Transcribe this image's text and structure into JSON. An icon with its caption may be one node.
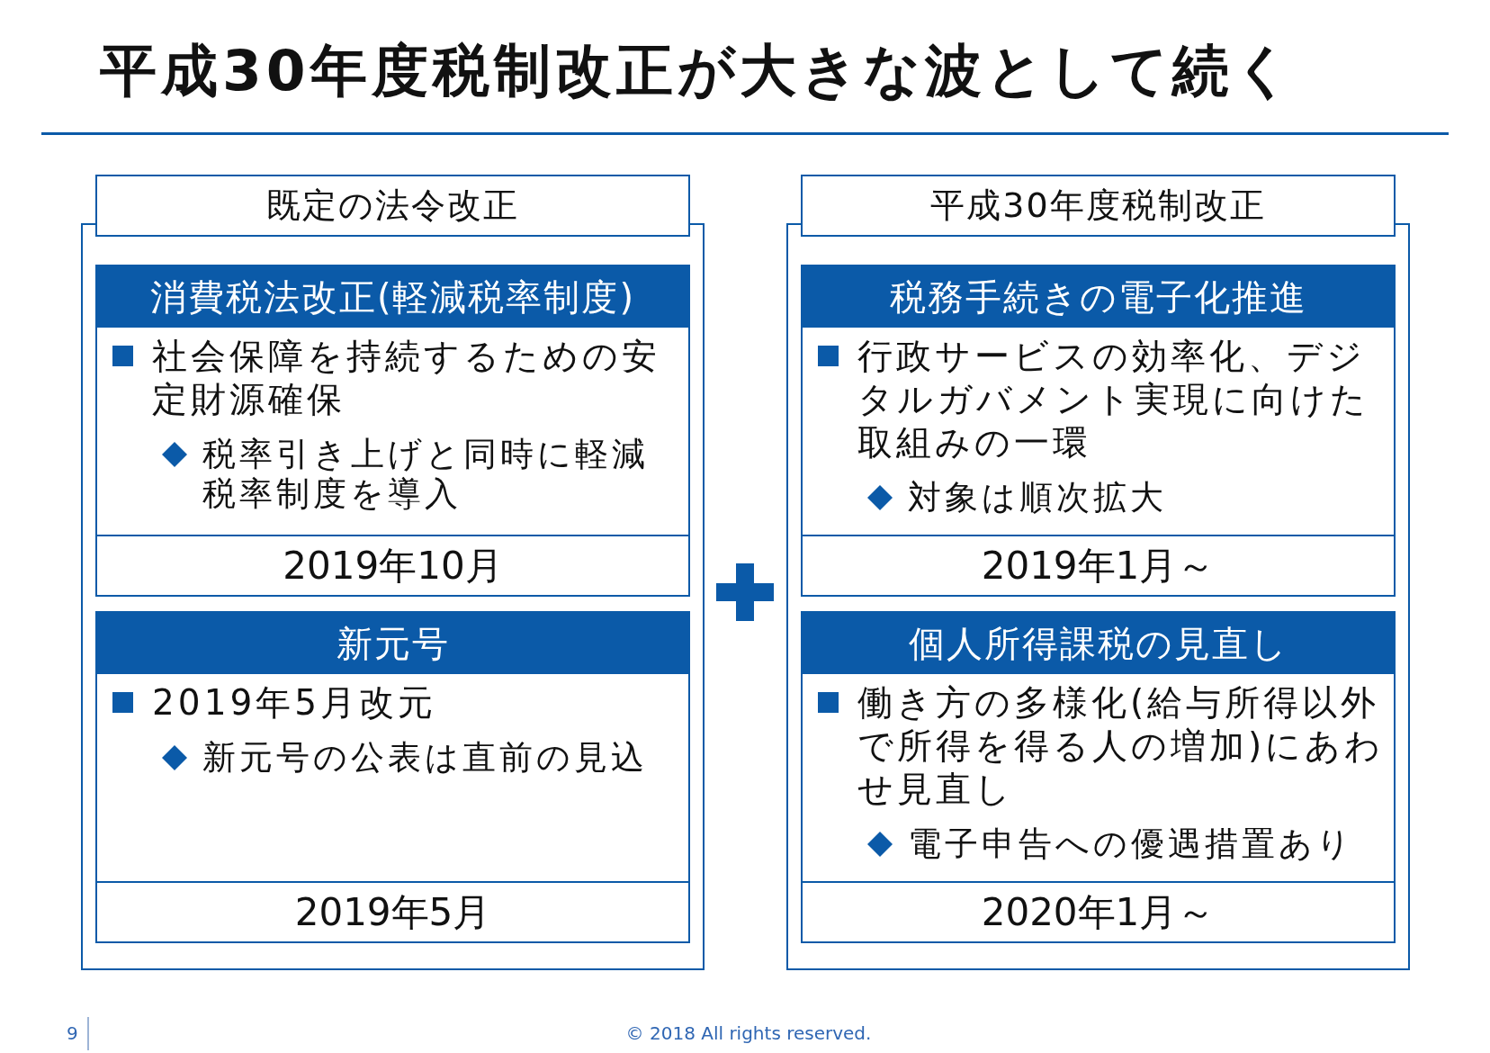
{
  "diagram": {
    "title": "平成30年度税制改正が大きな波として続く",
    "nodes": [
      {
        "text": [
          "既定の法令改正"
        ]
      },
      {
        "text": [
          "消費税法改正(軽減税率制度)",
          "社会保障を持続するための安定財源確保",
          "税率引き上げと同時に軽減税率制度を導入",
          "2019年10月"
        ],
        "in": 0
      },
      {
        "text": [
          "新元号",
          "2019年5月改元",
          "新元号の公表は直前の見込",
          "2019年5月"
        ],
        "in": 0
      },
      {
        "text": [
          "平成30年度税制改正"
        ]
      },
      {
        "text": [
          "税務手続きの電子化推進",
          "行政サービスの効率化、デジタルガバメント実現に向けた取組みの一環",
          "対象は順次拡大",
          "2019年1月～"
        ],
        "in": 3
      },
      {
        "text": [
          "個人所得課税の見直し",
          "働き方の多様化(給与所得以外で所得を得る人の増加)にあわせ見直し",
          "電子申告への優遇措置あり",
          "2020年1月～"
        ],
        "in": 3
      }
    ],
    "labels": [
      "9",
      "© 2018 All rights reserved."
    ]
  }
}
